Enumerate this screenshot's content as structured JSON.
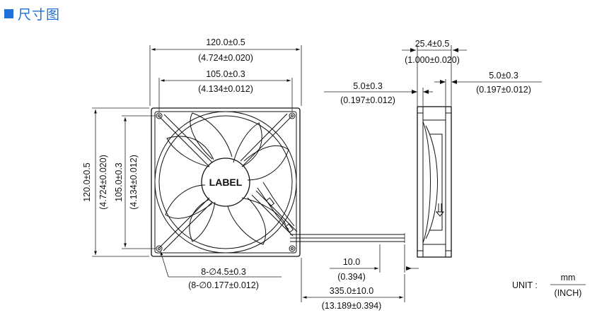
{
  "header": {
    "title": "尺寸图",
    "marker_color": "#1e6fd9",
    "title_color": "#1e6fd9"
  },
  "fan": {
    "label": "LABEL"
  },
  "dimensions": {
    "front_outer_width": {
      "mm": "120.0±0.5",
      "inch": "(4.724±0.020)"
    },
    "front_hole_width": {
      "mm": "105.0±0.3",
      "inch": "(4.134±0.012)"
    },
    "front_outer_height": {
      "mm": "120.0±0.5",
      "inch": "(4.724±0.020)"
    },
    "front_hole_height": {
      "mm": "105.0±0.3",
      "inch": "(4.134±0.012)"
    },
    "mounting_holes": {
      "mm": "8-∅4.5±0.3",
      "inch": "(8-∅0.177±0.012)"
    },
    "side_thickness": {
      "mm": "25.4±0.5",
      "inch": "(1.000±0.020)"
    },
    "side_flange_left": {
      "mm": "5.0±0.3",
      "inch": "(0.197±0.012)"
    },
    "side_flange_right": {
      "mm": "5.0±0.3",
      "inch": "(0.197±0.012)"
    },
    "wire_strip": {
      "mm": "10.0",
      "inch": "(0.394)"
    },
    "wire_length": {
      "mm": "335.0±10.0",
      "inch": "(13.189±0.394)"
    }
  },
  "units": {
    "prefix": "UNIT :",
    "numerator": "mm",
    "denominator": "(INCH)"
  }
}
